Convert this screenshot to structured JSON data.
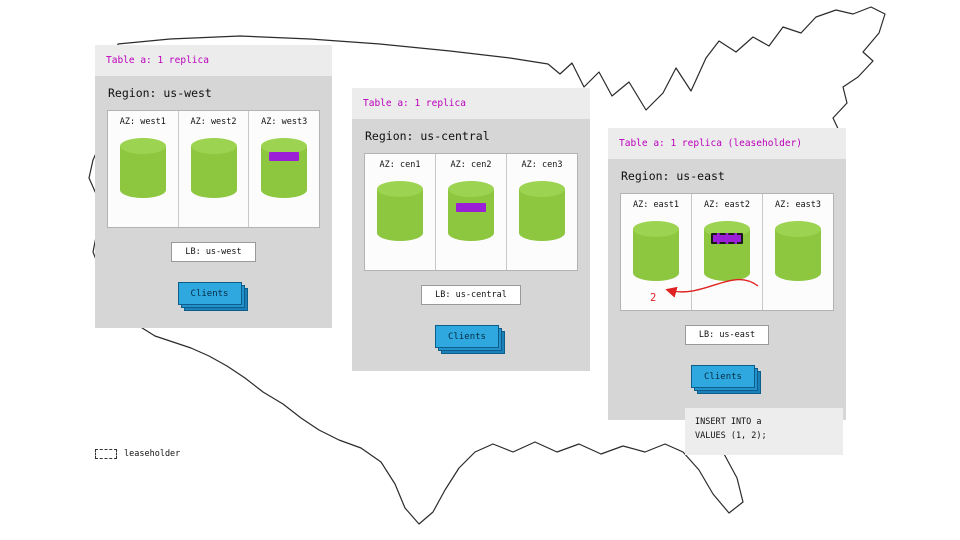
{
  "colors": {
    "cylinder_green": "#8dc63f",
    "replica_purple": "#9a1fd6",
    "header_magenta": "#bb00bb",
    "clients_blue": "#2fa8e0",
    "arrow_red": "#e02121",
    "panel_gray": "#d6d6d6"
  },
  "regions": [
    {
      "table_label": "Table a: 1 replica",
      "region_label": "Region: us-west",
      "azs": [
        {
          "label": "AZ: west1",
          "replica": false,
          "leaseholder": false
        },
        {
          "label": "AZ: west2",
          "replica": false,
          "leaseholder": false
        },
        {
          "label": "AZ: west3",
          "replica": true,
          "leaseholder": false
        }
      ],
      "lb_label": "LB: us-west",
      "clients_label": "Clients"
    },
    {
      "table_label": "Table a: 1 replica",
      "region_label": "Region: us-central",
      "azs": [
        {
          "label": "AZ: cen1",
          "replica": false,
          "leaseholder": false
        },
        {
          "label": "AZ: cen2",
          "replica": true,
          "leaseholder": false
        },
        {
          "label": "AZ: cen3",
          "replica": false,
          "leaseholder": false
        }
      ],
      "lb_label": "LB: us-central",
      "clients_label": "Clients"
    },
    {
      "table_label": "Table a: 1 replica (leaseholder)",
      "region_label": "Region: us-east",
      "azs": [
        {
          "label": "AZ: east1",
          "replica": false,
          "leaseholder": false
        },
        {
          "label": "AZ: east2",
          "replica": true,
          "leaseholder": true
        },
        {
          "label": "AZ: east3",
          "replica": false,
          "leaseholder": false
        }
      ],
      "lb_label": "LB: us-east",
      "clients_label": "Clients"
    }
  ],
  "annotation": {
    "value": "2",
    "sql_line1": "INSERT INTO a",
    "sql_line2": "VALUES (1, 2);"
  },
  "legend": {
    "label": "leaseholder"
  }
}
